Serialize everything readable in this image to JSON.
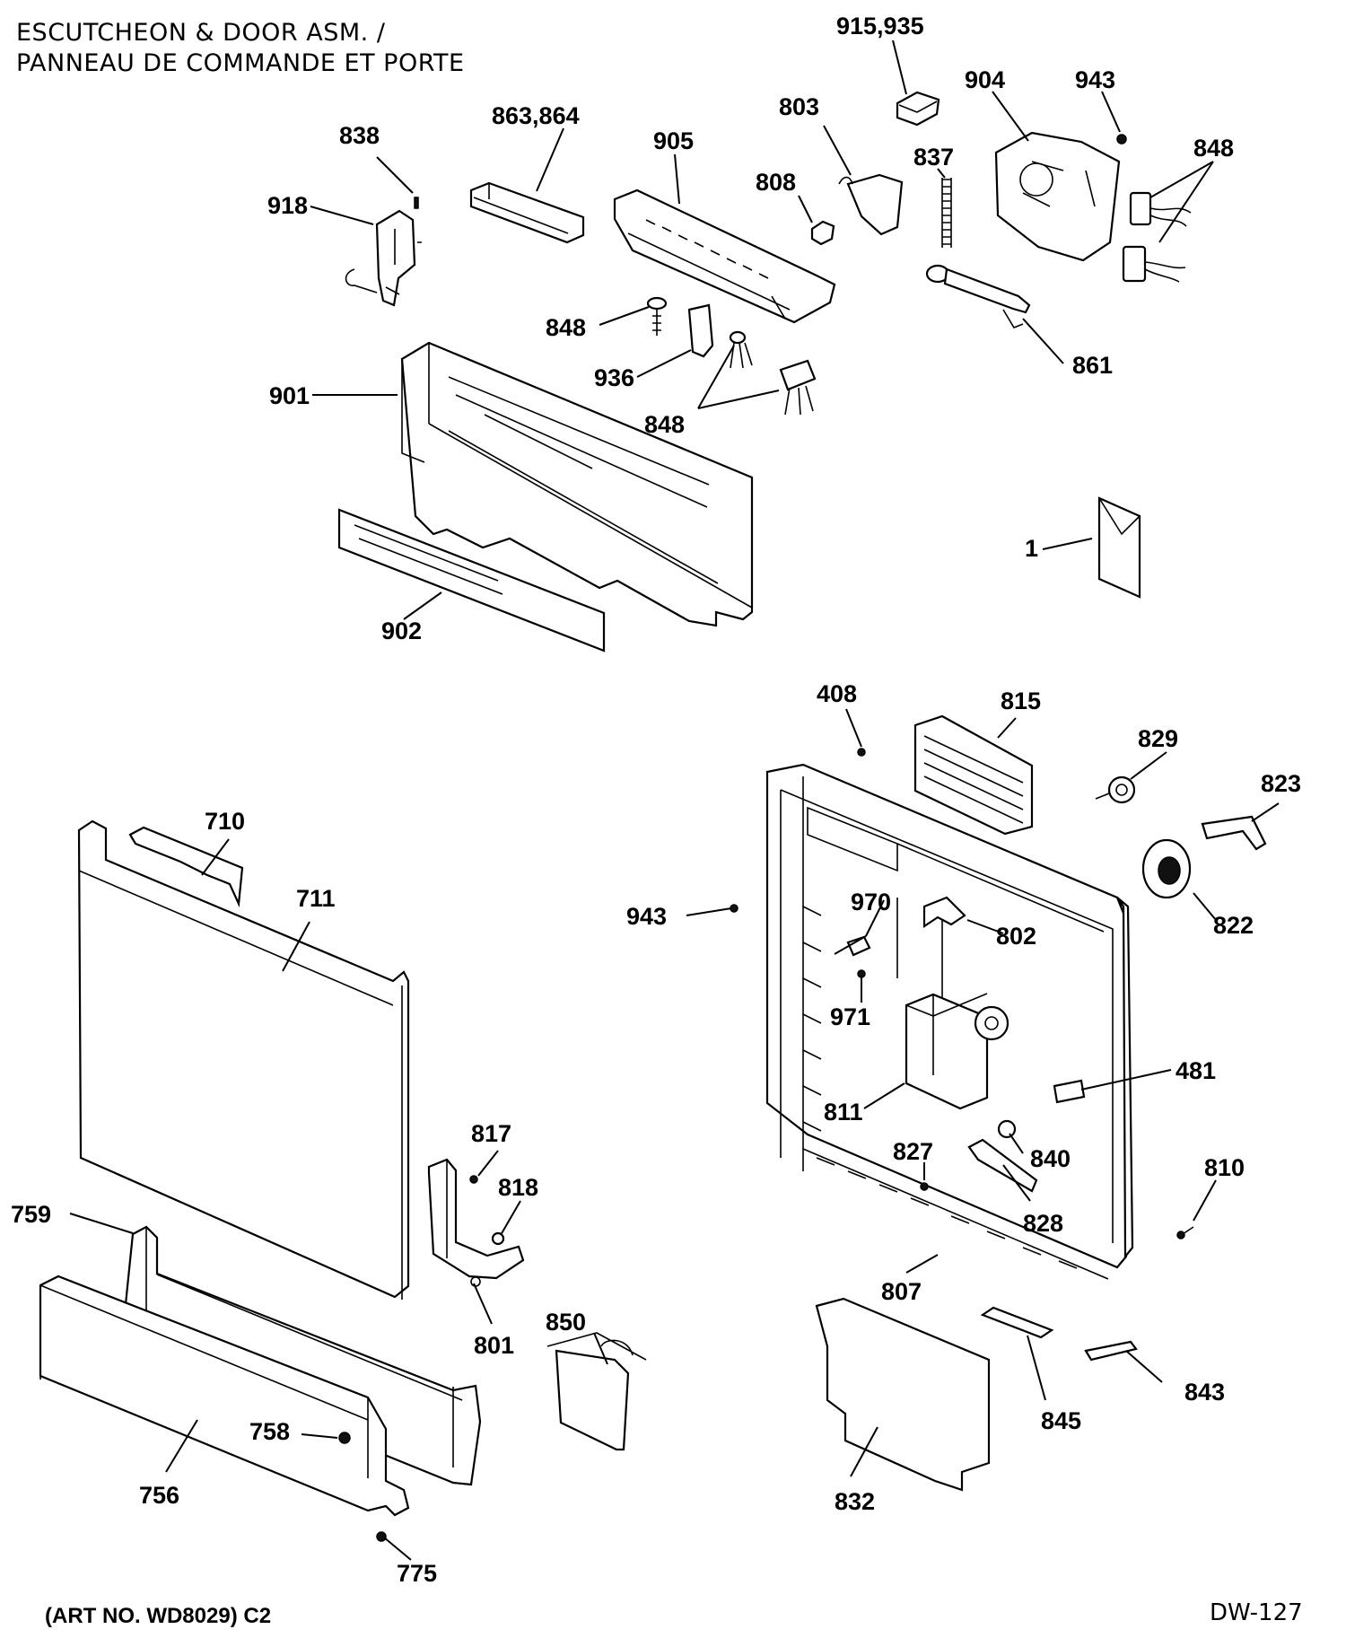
{
  "title_line1": "ESCUTCHEON & DOOR ASM. /",
  "title_line2": "PANNEAU DE COMMANDE ET PORTE",
  "art_no": "(ART NO. WD8029) C2",
  "diagram_code": "DW-127",
  "labels": [
    {
      "id": "915-935",
      "text": "915,935"
    },
    {
      "id": "904",
      "text": "904"
    },
    {
      "id": "943-top",
      "text": "943"
    },
    {
      "id": "803",
      "text": "803"
    },
    {
      "id": "863-864",
      "text": "863,864"
    },
    {
      "id": "905",
      "text": "905"
    },
    {
      "id": "838",
      "text": "838"
    },
    {
      "id": "837",
      "text": "837"
    },
    {
      "id": "848-top",
      "text": "848"
    },
    {
      "id": "918",
      "text": "918"
    },
    {
      "id": "808",
      "text": "808"
    },
    {
      "id": "848-left",
      "text": "848"
    },
    {
      "id": "861",
      "text": "861"
    },
    {
      "id": "936",
      "text": "936"
    },
    {
      "id": "901",
      "text": "901"
    },
    {
      "id": "848-mid",
      "text": "848"
    },
    {
      "id": "1",
      "text": "1"
    },
    {
      "id": "902",
      "text": "902"
    },
    {
      "id": "408",
      "text": "408"
    },
    {
      "id": "815",
      "text": "815"
    },
    {
      "id": "829",
      "text": "829"
    },
    {
      "id": "823",
      "text": "823"
    },
    {
      "id": "710",
      "text": "710"
    },
    {
      "id": "711",
      "text": "711"
    },
    {
      "id": "970",
      "text": "970"
    },
    {
      "id": "943-mid",
      "text": "943"
    },
    {
      "id": "802",
      "text": "802"
    },
    {
      "id": "822",
      "text": "822"
    },
    {
      "id": "971",
      "text": "971"
    },
    {
      "id": "481",
      "text": "481"
    },
    {
      "id": "811",
      "text": "811"
    },
    {
      "id": "817",
      "text": "817"
    },
    {
      "id": "840",
      "text": "840"
    },
    {
      "id": "827",
      "text": "827"
    },
    {
      "id": "810",
      "text": "810"
    },
    {
      "id": "818",
      "text": "818"
    },
    {
      "id": "759",
      "text": "759"
    },
    {
      "id": "828",
      "text": "828"
    },
    {
      "id": "807",
      "text": "807"
    },
    {
      "id": "801",
      "text": "801"
    },
    {
      "id": "850",
      "text": "850"
    },
    {
      "id": "843",
      "text": "843"
    },
    {
      "id": "845",
      "text": "845"
    },
    {
      "id": "758",
      "text": "758"
    },
    {
      "id": "756",
      "text": "756"
    },
    {
      "id": "832",
      "text": "832"
    },
    {
      "id": "775",
      "text": "775"
    }
  ]
}
